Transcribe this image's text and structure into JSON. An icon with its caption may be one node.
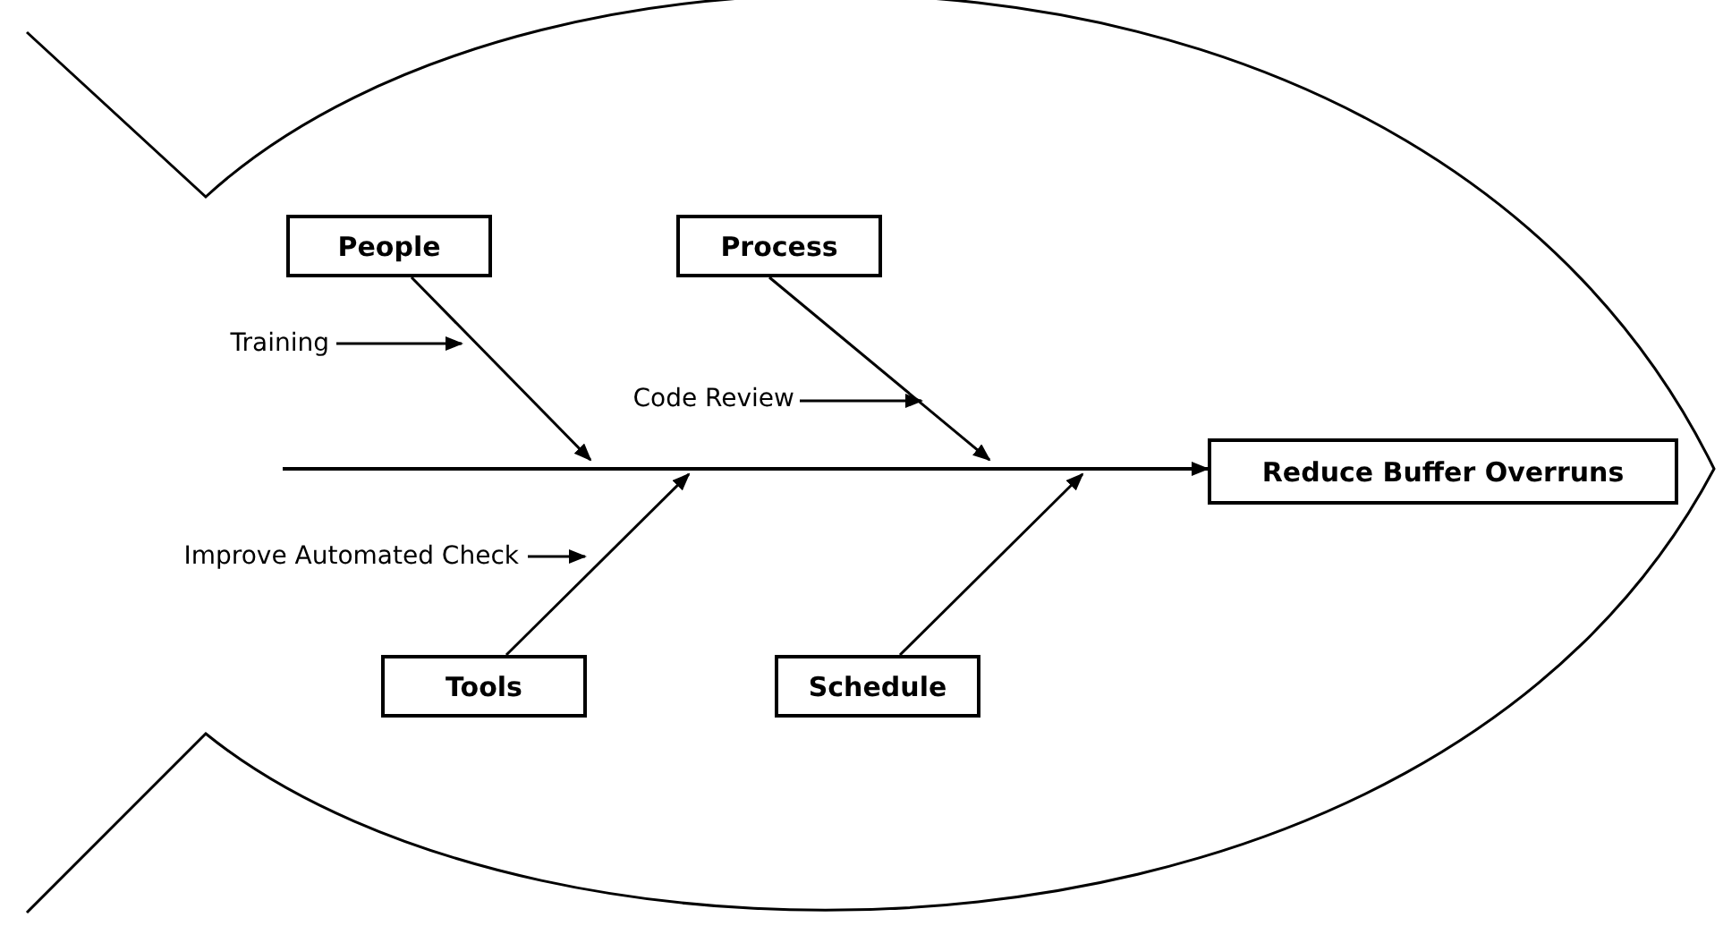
{
  "diagram": {
    "nodes": [
      {
        "text": [
          "People"
        ]
      },
      {
        "text": [
          "Process"
        ]
      },
      {
        "text": [
          "Tools"
        ]
      },
      {
        "text": [
          "Schedule"
        ]
      },
      {
        "text": [
          "Reduce Buffer Overruns"
        ]
      },
      {
        "text": [
          "Training"
        ]
      },
      {
        "text": [
          "Code Review"
        ]
      },
      {
        "text": [
          "Improve Automated Check"
        ]
      }
    ],
    "edges": [
      {
        "from": null,
        "to": 4,
        "arrow": "to"
      },
      {
        "from": 0,
        "to": null,
        "arrow": "to"
      },
      {
        "from": 1,
        "to": null,
        "arrow": "to"
      },
      {
        "from": 2,
        "to": null,
        "arrow": "to"
      },
      {
        "from": 3,
        "to": null,
        "arrow": "to"
      },
      {
        "from": 5,
        "to": null,
        "arrow": "to"
      },
      {
        "from": 6,
        "to": null,
        "arrow": "to"
      },
      {
        "from": 7,
        "to": null,
        "arrow": "to"
      }
    ]
  }
}
